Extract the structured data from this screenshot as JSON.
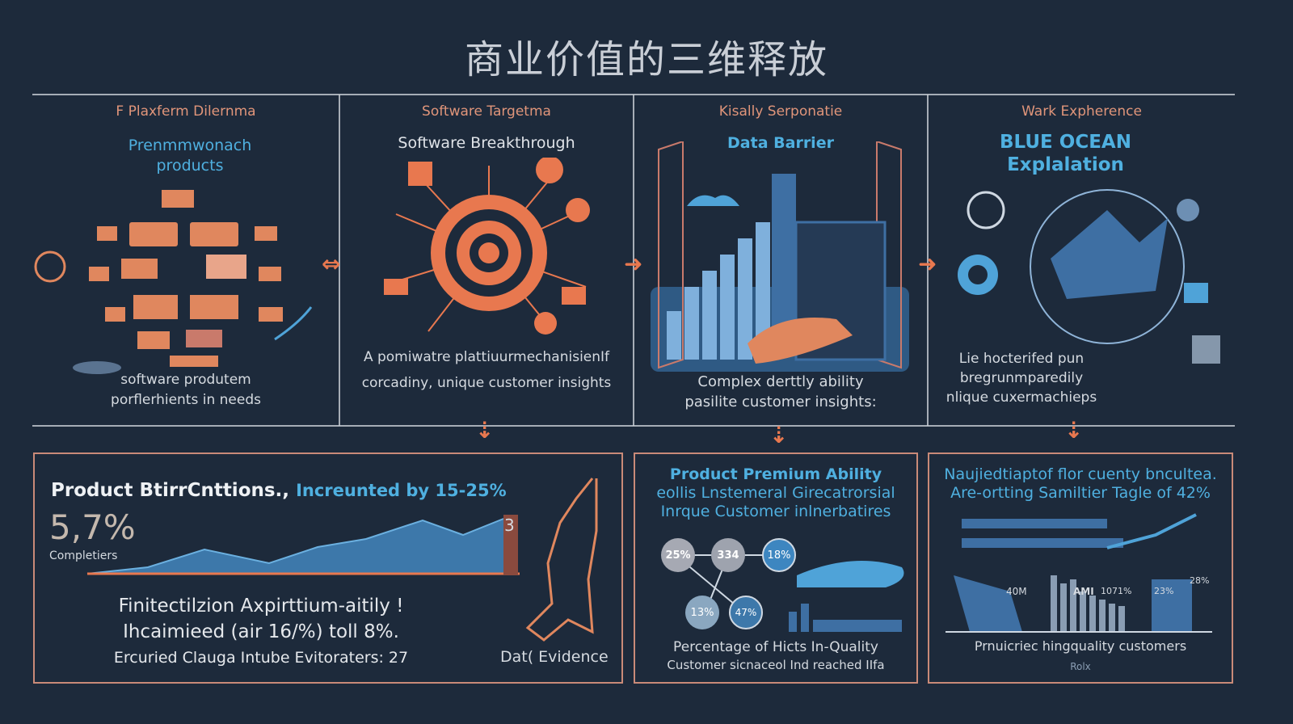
{
  "title": "商业价值的三维释放",
  "panels": [
    {
      "heading": "F Plaxferm Dilernma",
      "subtitle": "Prenmmwonach products",
      "desc": [
        "software produtem",
        "porflerhients in needs"
      ]
    },
    {
      "heading": "Software Targetma",
      "subtitle": "Software Breakthrough",
      "desc": [
        "A pomiwatre plattiuurmechanisienIf",
        "corcadiny, unique customer insights"
      ]
    },
    {
      "heading": "Kisally Serponatie",
      "subtitle": "Data Barrier",
      "desc": [
        "Complex derttly ability",
        "pasilite customer insights:"
      ]
    },
    {
      "heading": "Wark Expherence",
      "subtitle": [
        "BLUE OCEAN",
        "Explalation"
      ],
      "desc": [
        "Lie hocterifed pun",
        "bregrunmparedily",
        "nlique cuxermachieps"
      ]
    }
  ],
  "bottom": {
    "left": {
      "headline": "Product BtirrCnttions.,",
      "highlight": "Increunted by 15-25%",
      "big_value": "5,7%",
      "big_label": "Completiers",
      "chart_end_label": "3",
      "lines": [
        "Finitectilzion Axpirttium-aitily !",
        "Ihcaimieed (air 16/%) toll 8%.",
        "Ercuried Clauga Intube Evitoraters:  27"
      ],
      "side_label": "Dat( Evidence"
    },
    "middle": {
      "title": [
        "Product Premium Ability",
        "eollis Lnstemeral Girecatrorsial",
        "Inrque Customer inlnerbatires"
      ],
      "circles": [
        "25%",
        "334",
        "18%",
        "13%",
        "47%"
      ],
      "caption": [
        "Percentage of Hicts In-Quality",
        "Customer sicnaceol Ind reached IIfa"
      ]
    },
    "right": {
      "title": [
        "Naujiedtiaptof flor cuenty bncultea.",
        "Are-ortting Samiltier Tagle of 42%"
      ],
      "labels": [
        "40M",
        "AMI",
        "1071%",
        "23%",
        "28%"
      ],
      "caption": "Prnuicriec hingquality customers",
      "footnote": "Rolx"
    }
  },
  "colors": {
    "background": "#1d2a3b",
    "orange": "#e8784f",
    "blue": "#4fb0e0",
    "border": "#c98a78"
  }
}
